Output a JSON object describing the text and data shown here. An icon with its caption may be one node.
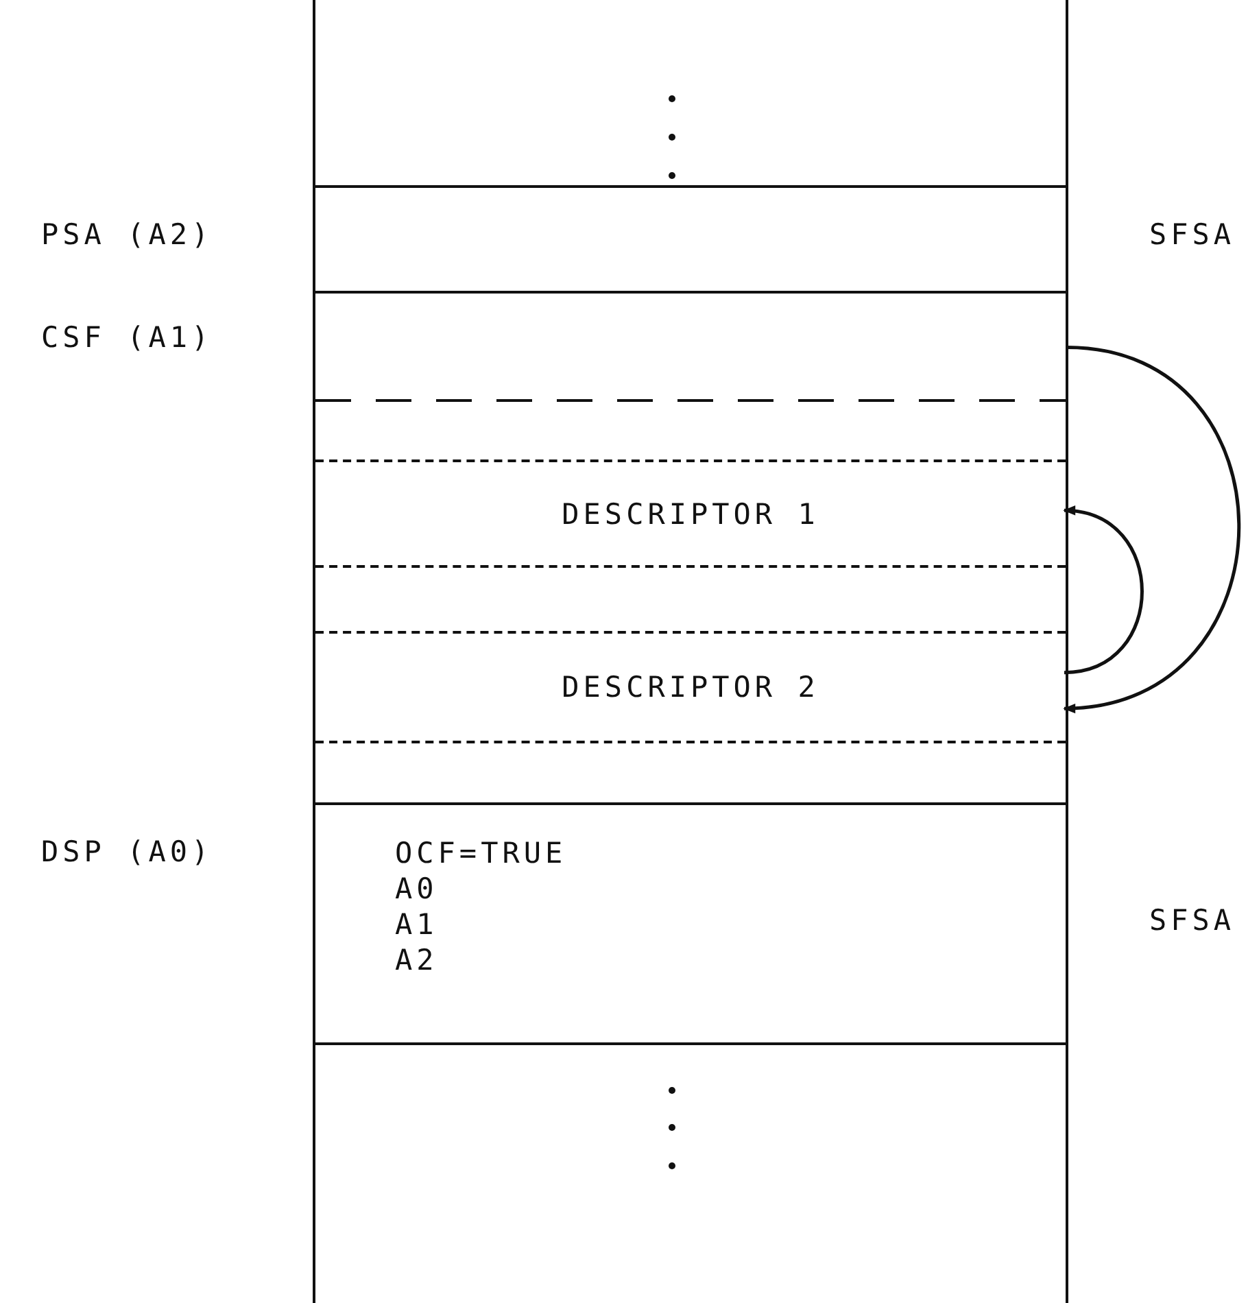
{
  "diagram": {
    "nodes": [
      {
        "text": [
          "PSA (A2)"
        ],
        "beside": [
          "SFSA"
        ]
      },
      {
        "text": [
          "CSF (A1)"
        ]
      },
      {
        "text": [
          "DESCRIPTOR 1"
        ],
        "in": 1
      },
      {
        "text": [
          "DESCRIPTOR 2"
        ],
        "in": 1
      },
      {
        "text": [
          "DSP (A0)",
          "OCF=TRUE A0 A1 A2"
        ],
        "beside": [
          "SFSA"
        ]
      }
    ],
    "edges": [
      {
        "from": 1,
        "to": 3,
        "arrow": "to"
      },
      {
        "from": 3,
        "to": 2,
        "arrow": "to"
      }
    ]
  }
}
